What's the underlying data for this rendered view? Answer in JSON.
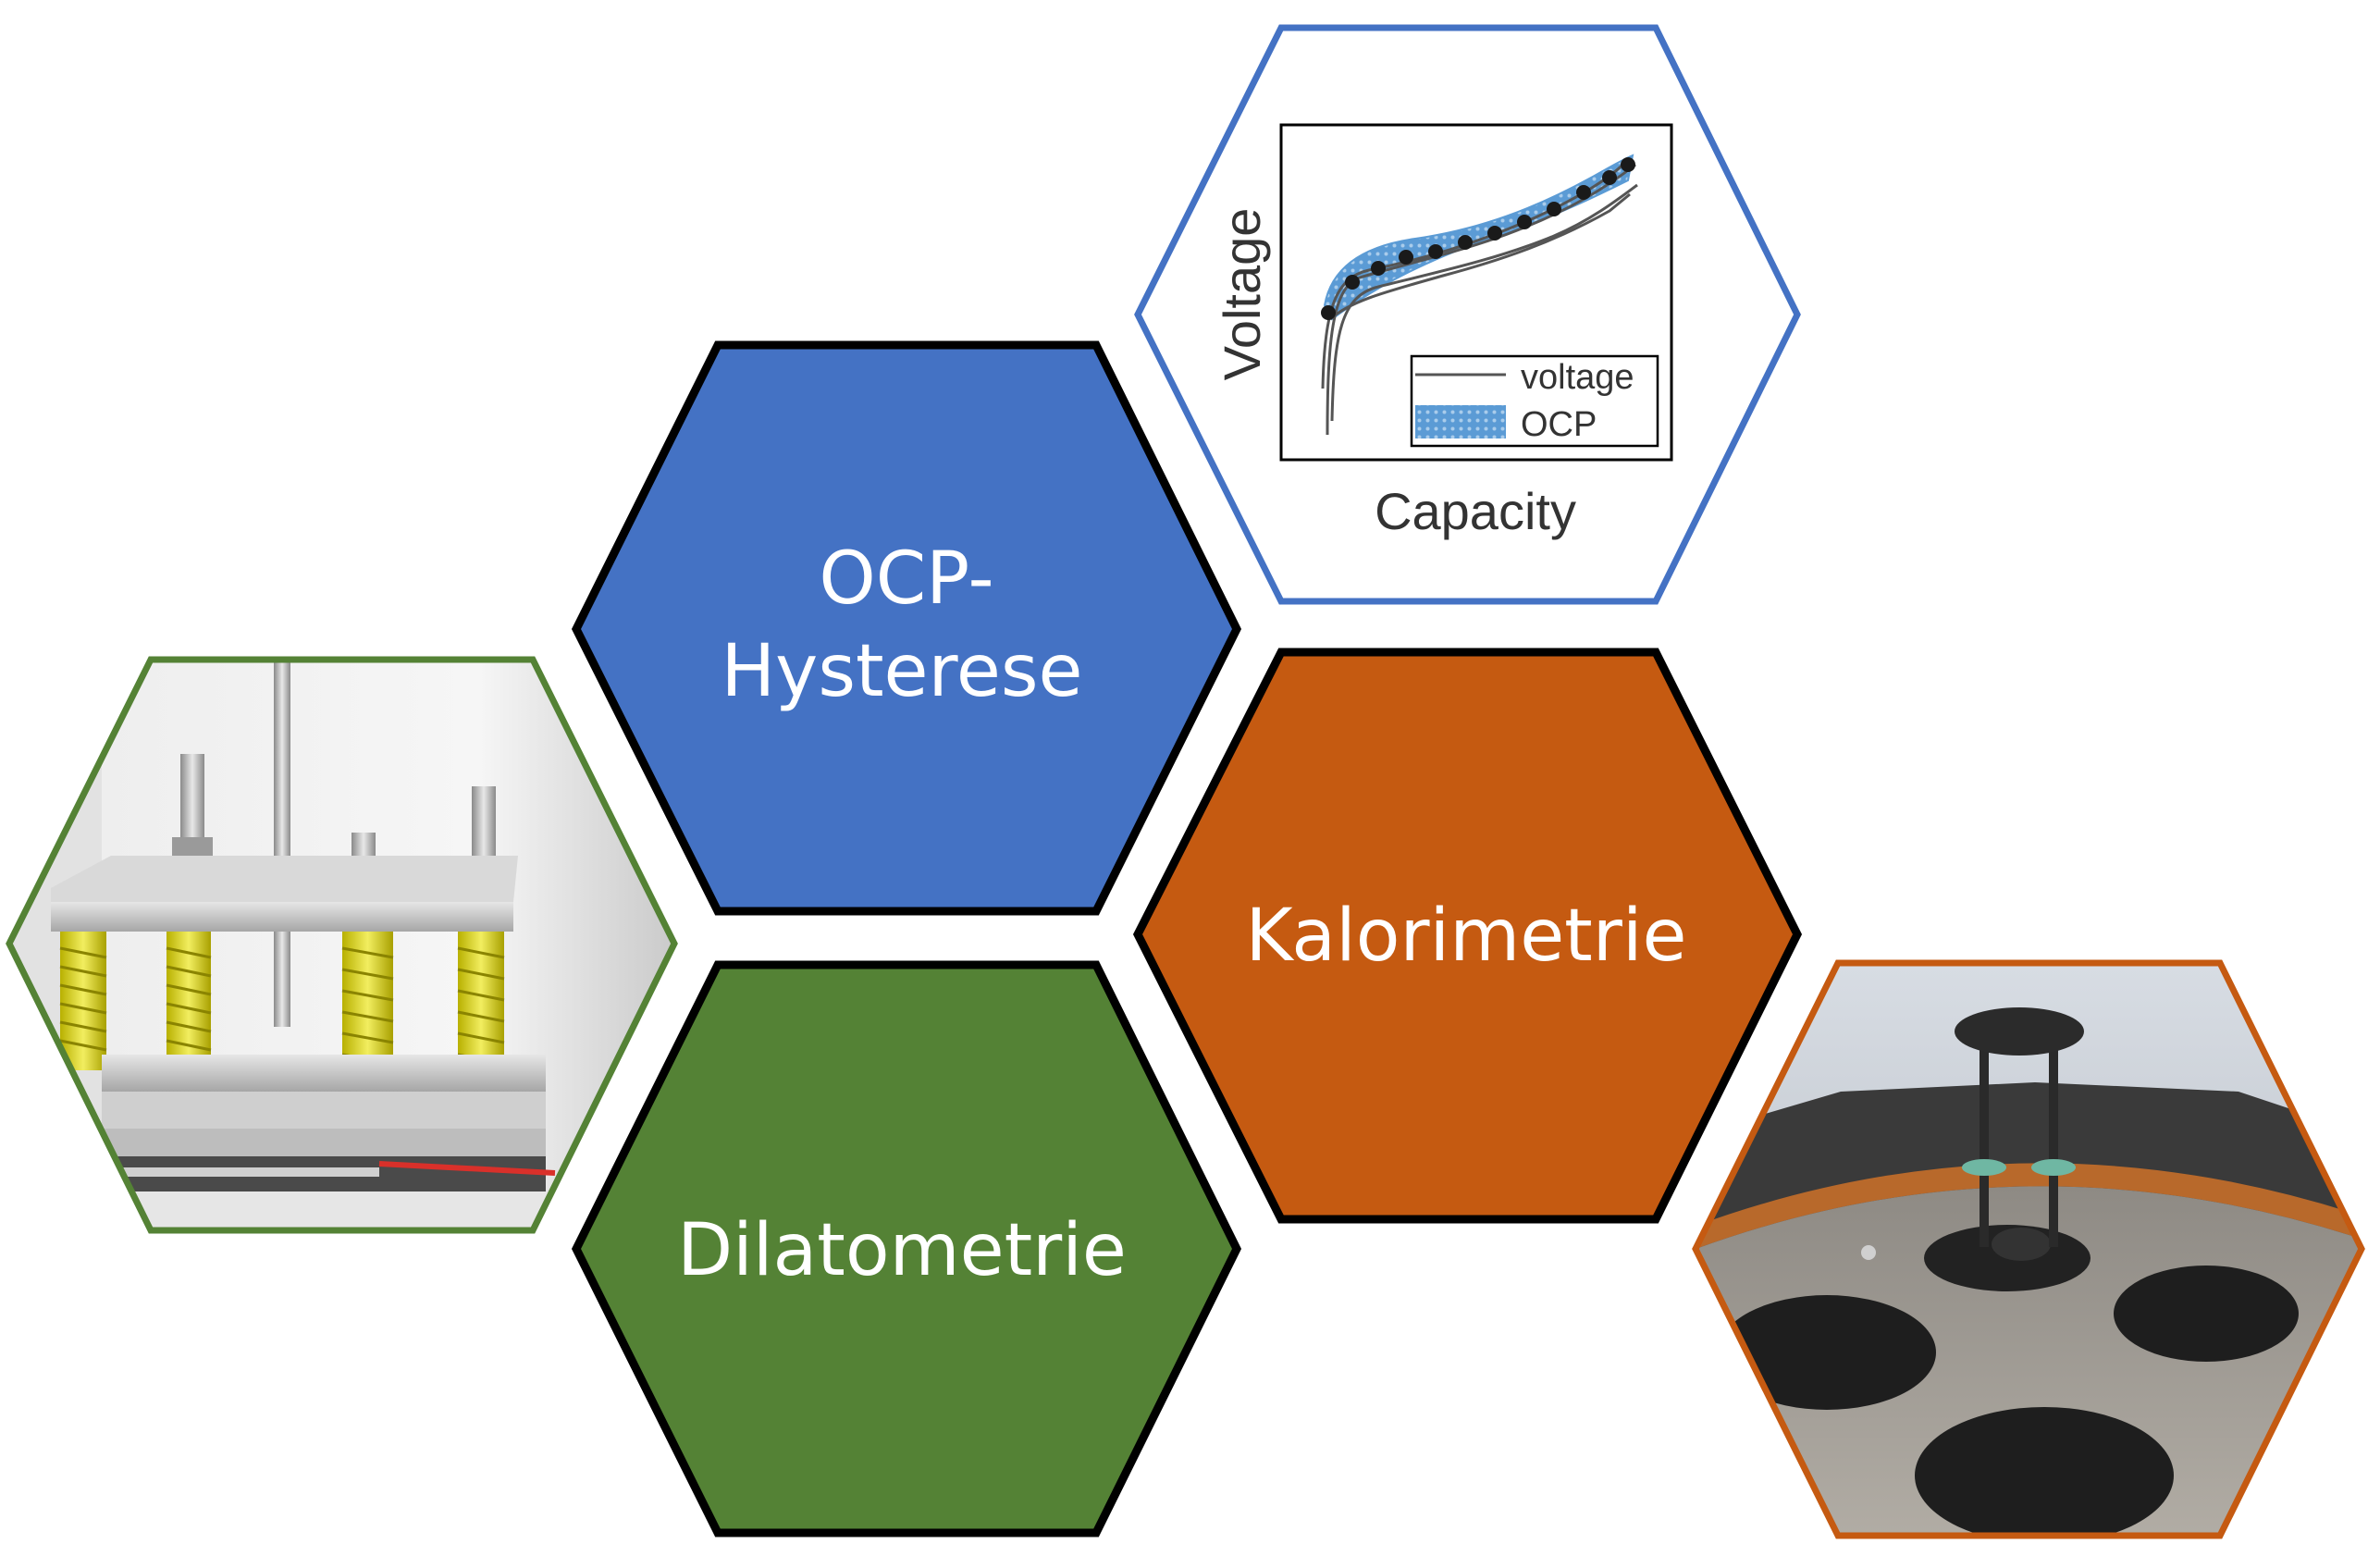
{
  "hexagons": {
    "ocp": {
      "line1": "OCP-",
      "line2": "Hysterese",
      "fill": "#4472C4",
      "border": "#000000"
    },
    "kalorimetrie": {
      "label": "Kalorimetrie",
      "fill": "#C55A11",
      "border": "#000000"
    },
    "dilatometrie": {
      "label": "Dilatometrie",
      "fill": "#548235",
      "border": "#000000"
    }
  },
  "image_hexagons": {
    "chart": {
      "border": "#4472C4"
    },
    "press": {
      "border": "#548235"
    },
    "calorimeter": {
      "border": "#C55A11"
    }
  },
  "chart_data": {
    "type": "area",
    "xlabel": "Capacity",
    "ylabel": "Voltage",
    "legend_position": "bottom-right",
    "series": [
      {
        "name": "voltage",
        "style": "line",
        "color": "#555555"
      },
      {
        "name": "OCP",
        "style": "dotted band",
        "color": "#5B9BD5"
      }
    ]
  }
}
